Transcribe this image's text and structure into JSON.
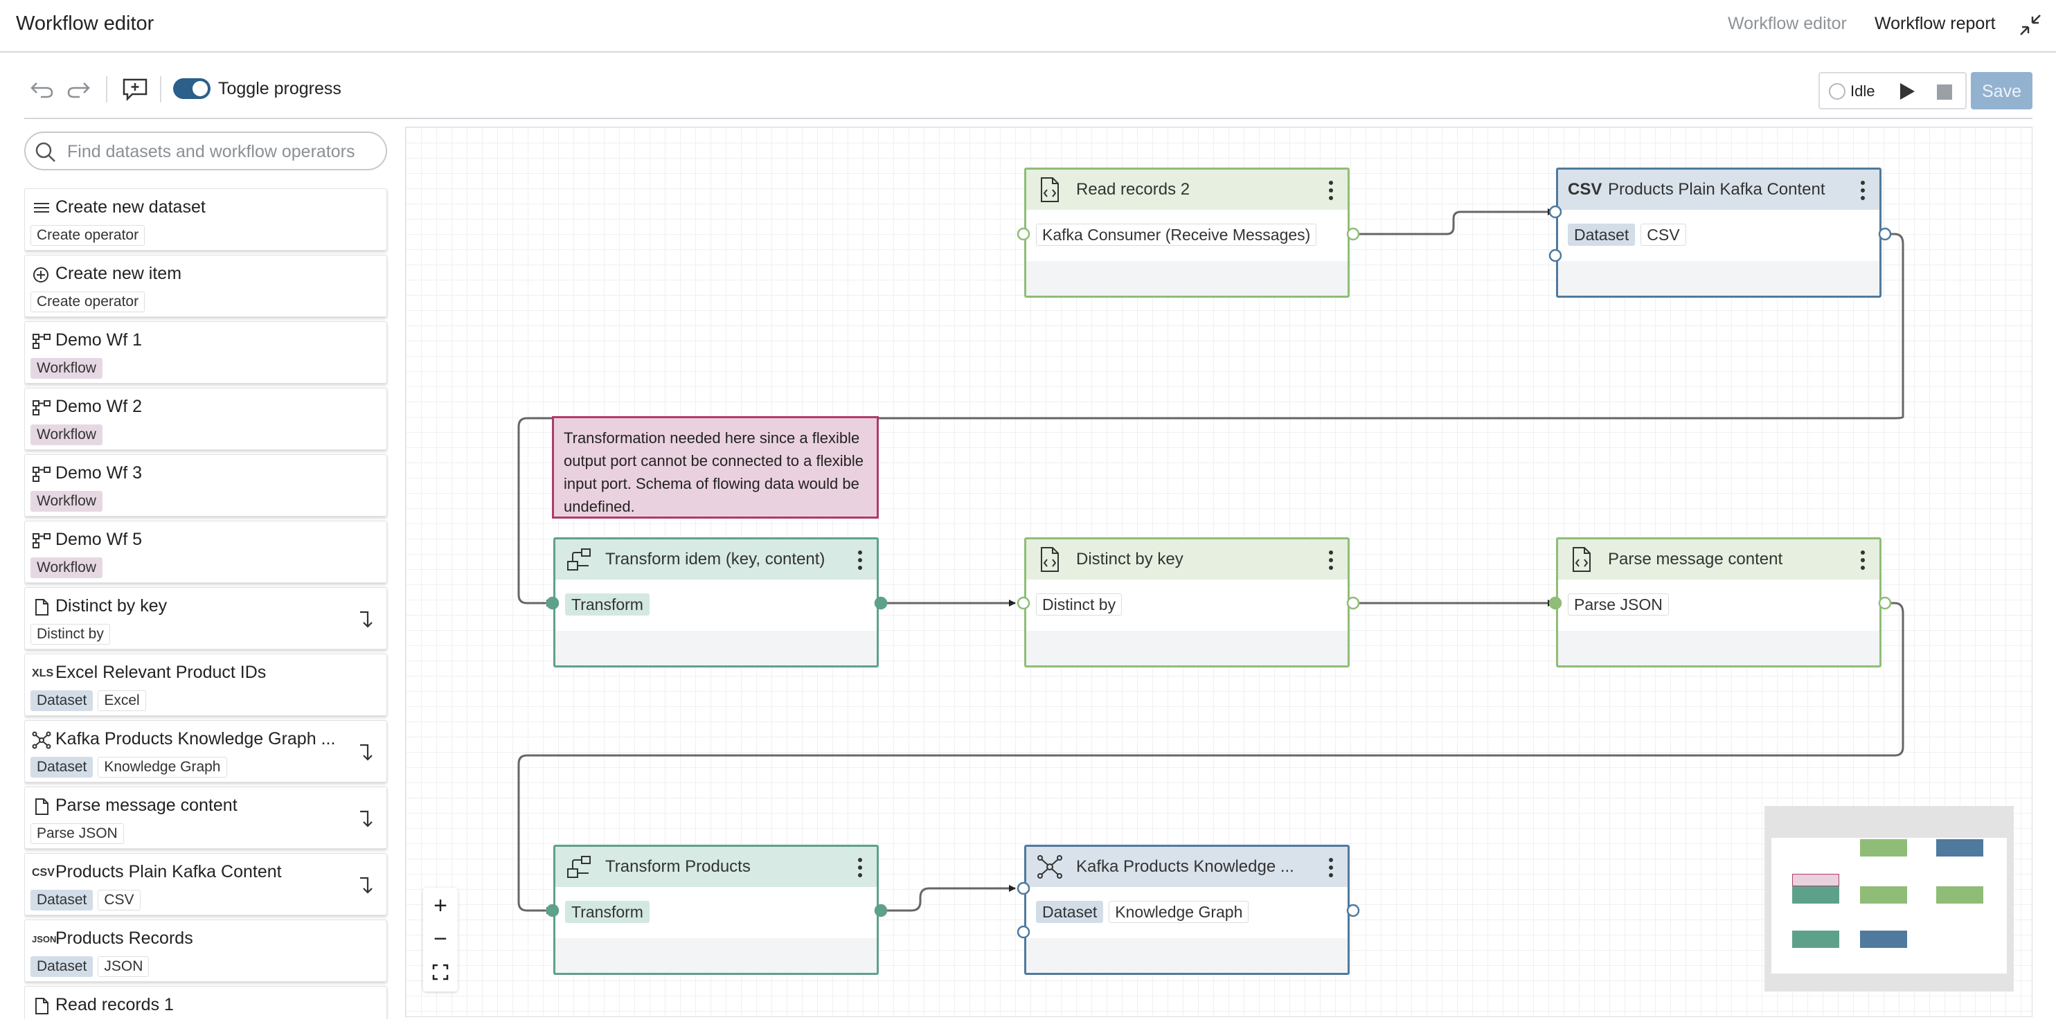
{
  "header": {
    "title": "Workflow editor",
    "nav": {
      "editor": "Workflow editor",
      "report": "Workflow report"
    }
  },
  "toolbar": {
    "toggle_label": "Toggle progress",
    "status": "Idle",
    "save_label": "Save"
  },
  "search": {
    "placeholder": "Find datasets and workflow operators"
  },
  "sidebar": {
    "items": [
      {
        "icon": "list-icon",
        "title": "Create new dataset",
        "tags": [
          "Create operator"
        ]
      },
      {
        "icon": "plus-circle-icon",
        "title": "Create new item",
        "tags": [
          "Create operator"
        ]
      },
      {
        "icon": "workflow-icon",
        "title": "Demo Wf 1",
        "tags": [
          "Workflow"
        ]
      },
      {
        "icon": "workflow-icon",
        "title": "Demo Wf 2",
        "tags": [
          "Workflow"
        ]
      },
      {
        "icon": "workflow-icon",
        "title": "Demo Wf 3",
        "tags": [
          "Workflow"
        ]
      },
      {
        "icon": "workflow-icon",
        "title": "Demo Wf 5",
        "tags": [
          "Workflow"
        ]
      },
      {
        "icon": "file-icon",
        "title": "Distinct by key",
        "tags": [
          "Distinct by"
        ]
      },
      {
        "icon": "xls-icon",
        "icon_text": "XLS",
        "title": "Excel Relevant Product IDs",
        "tags": [
          "Dataset",
          "Excel"
        ]
      },
      {
        "icon": "knowledge-graph-icon",
        "title": "Kafka Products Knowledge Graph ...",
        "tags": [
          "Dataset",
          "Knowledge Graph"
        ]
      },
      {
        "icon": "file-icon",
        "title": "Parse message content",
        "tags": [
          "Parse JSON"
        ]
      },
      {
        "icon": "csv-icon",
        "icon_text": "CSV",
        "title": "Products Plain Kafka Content",
        "tags": [
          "Dataset",
          "CSV"
        ]
      },
      {
        "icon": "json-icon",
        "icon_text": "JSON",
        "title": "Products Records",
        "tags": [
          "Dataset",
          "JSON"
        ]
      },
      {
        "icon": "file-icon",
        "title": "Read records 1",
        "tags": []
      }
    ]
  },
  "canvas": {
    "nodes": {
      "read_records_2": {
        "title": "Read records 2",
        "tags": [
          "Kafka Consumer (Receive Messages)"
        ]
      },
      "products_plain": {
        "icon_text": "CSV",
        "title": "Products Plain Kafka Content",
        "tags": [
          "Dataset",
          "CSV"
        ]
      },
      "transform_idem": {
        "title": "Transform idem (key, content)",
        "tags": [
          "Transform"
        ]
      },
      "distinct_by_key": {
        "title": "Distinct by key",
        "tags": [
          "Distinct by"
        ]
      },
      "parse_message": {
        "title": "Parse message content",
        "tags": [
          "Parse JSON"
        ]
      },
      "transform_products": {
        "title": "Transform Products",
        "tags": [
          "Transform"
        ]
      },
      "kafka_kg": {
        "title": "Kafka Products Knowledge ...",
        "tags": [
          "Dataset",
          "Knowledge Graph"
        ]
      }
    },
    "sticky_note": "Transformation needed here since a flexible output port cannot be connected to a flexible input port. Schema of flowing data would be undefined.",
    "zoom": {
      "in": "+",
      "out": "−"
    }
  },
  "colors": {
    "operator_border": "#8fbd77",
    "dataset_border": "#4f7a9e",
    "transform_border": "#5ea18a",
    "sticky_border": "#b03a6a",
    "accent": "#2c5f8a"
  }
}
